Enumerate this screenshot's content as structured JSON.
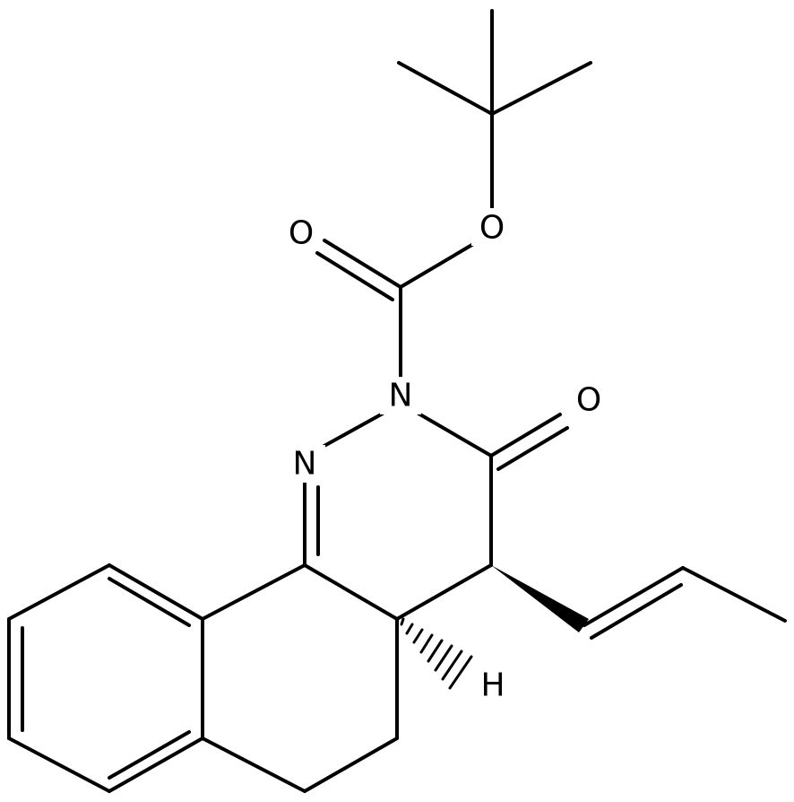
{
  "molecule": {
    "atoms": {
      "o_carbonyl_boc": "O",
      "o_ester": "O",
      "n2": "N",
      "o_lactam": "O",
      "n1": "N",
      "h_stereo": "H"
    }
  },
  "colors": {
    "bond": "#000000",
    "background": "#ffffff"
  }
}
